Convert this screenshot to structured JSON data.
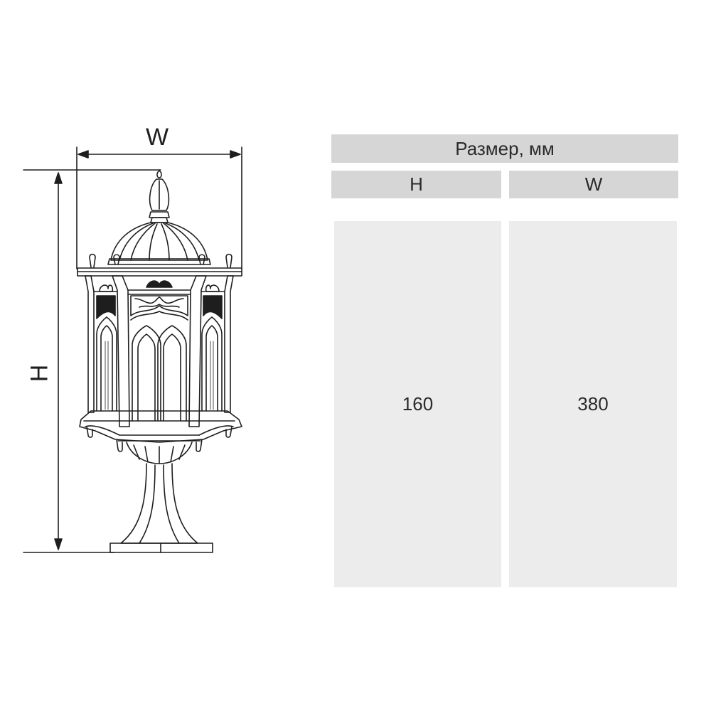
{
  "drawing": {
    "width_label": "W",
    "height_label": "H"
  },
  "size_table": {
    "title": "Размер, мм",
    "columns": [
      "H",
      "W"
    ],
    "values": [
      "160",
      "380"
    ]
  },
  "colors": {
    "header_bg": "#d6d6d6",
    "cell_bg": "#ececec",
    "line": "#1e1e1e"
  }
}
